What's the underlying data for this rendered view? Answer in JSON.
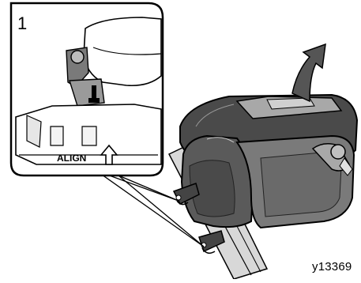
{
  "diagram": {
    "step_number": "1",
    "callout_label": "ALIGN",
    "figure_id": "y13369",
    "icons": [
      "align-arrow-icon",
      "lift-arrow-icon"
    ],
    "colors": {
      "ink": "#000000",
      "seat_dark": "#4a4a4a",
      "seat_mid": "#7a7a7a",
      "seat_light": "#a8a8a8",
      "rail": "#d8d8d8",
      "callout_bg": "#ffffff"
    }
  }
}
